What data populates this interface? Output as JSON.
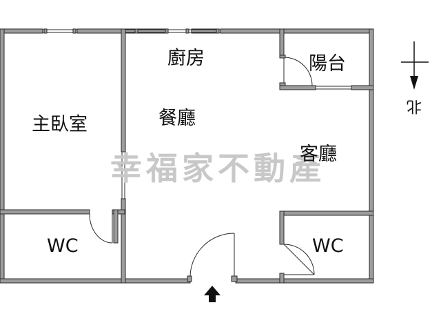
{
  "rooms": {
    "kitchen": "廚房",
    "balcony": "陽台",
    "master_bedroom": "主臥室",
    "dining_room": "餐廳",
    "living_room": "客廳",
    "wc_left": "WC",
    "wc_right": "WC"
  },
  "compass": {
    "label": "北"
  },
  "watermark": {
    "text": "幸福家不動產"
  },
  "colors": {
    "wall": "#9c9c9c",
    "wall_outline": "#2a2a2a",
    "watermark": "#c8c8c8",
    "text": "#111111"
  },
  "icons": {
    "entrance": "arrow-up-icon",
    "north": "compass-arrow-icon"
  }
}
